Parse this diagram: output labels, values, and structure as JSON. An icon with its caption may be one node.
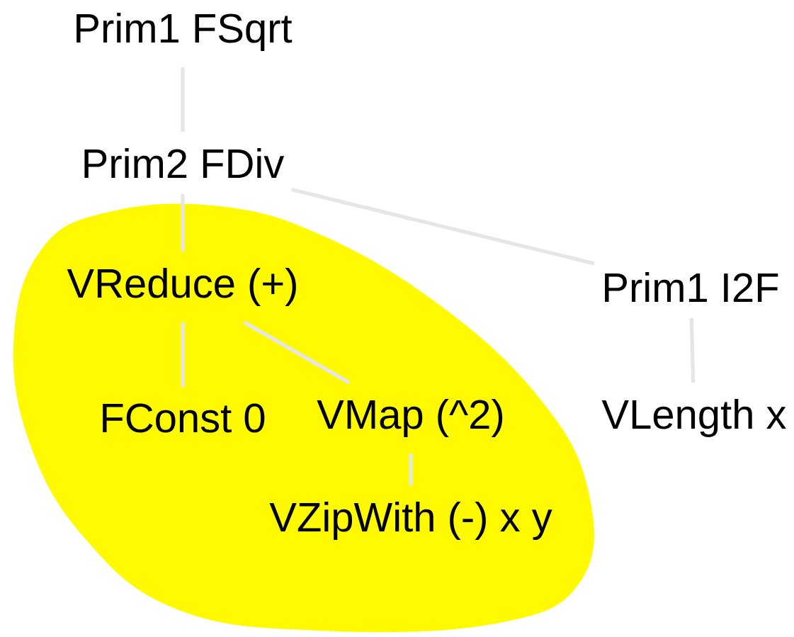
{
  "diagram": {
    "nodes": [
      {
        "text": [
          "Prim1 FSqrt"
        ]
      },
      {
        "text": [
          "Prim2 FDiv"
        ]
      },
      {
        "text": [],
        "shape": "cloud"
      },
      {
        "text": [
          "VReduce (+)"
        ],
        "in": 2
      },
      {
        "text": [
          "Prim1 I2F"
        ]
      },
      {
        "text": [
          "FConst 0"
        ],
        "in": 2
      },
      {
        "text": [
          "VMap (^2)"
        ],
        "in": 2
      },
      {
        "text": [
          "VLength x"
        ]
      },
      {
        "text": [
          "VZipWith (-) x y"
        ],
        "in": 2
      }
    ],
    "edges": [
      {
        "from": 0,
        "to": 1,
        "arrow": "none"
      },
      {
        "from": 1,
        "to": 3,
        "arrow": "none"
      },
      {
        "from": 1,
        "to": 4,
        "arrow": "none"
      },
      {
        "from": 3,
        "to": 5,
        "arrow": "none"
      },
      {
        "from": 3,
        "to": 6,
        "arrow": "none"
      },
      {
        "from": 4,
        "to": 7,
        "arrow": "none"
      },
      {
        "from": 6,
        "to": 8,
        "arrow": "none"
      }
    ]
  }
}
